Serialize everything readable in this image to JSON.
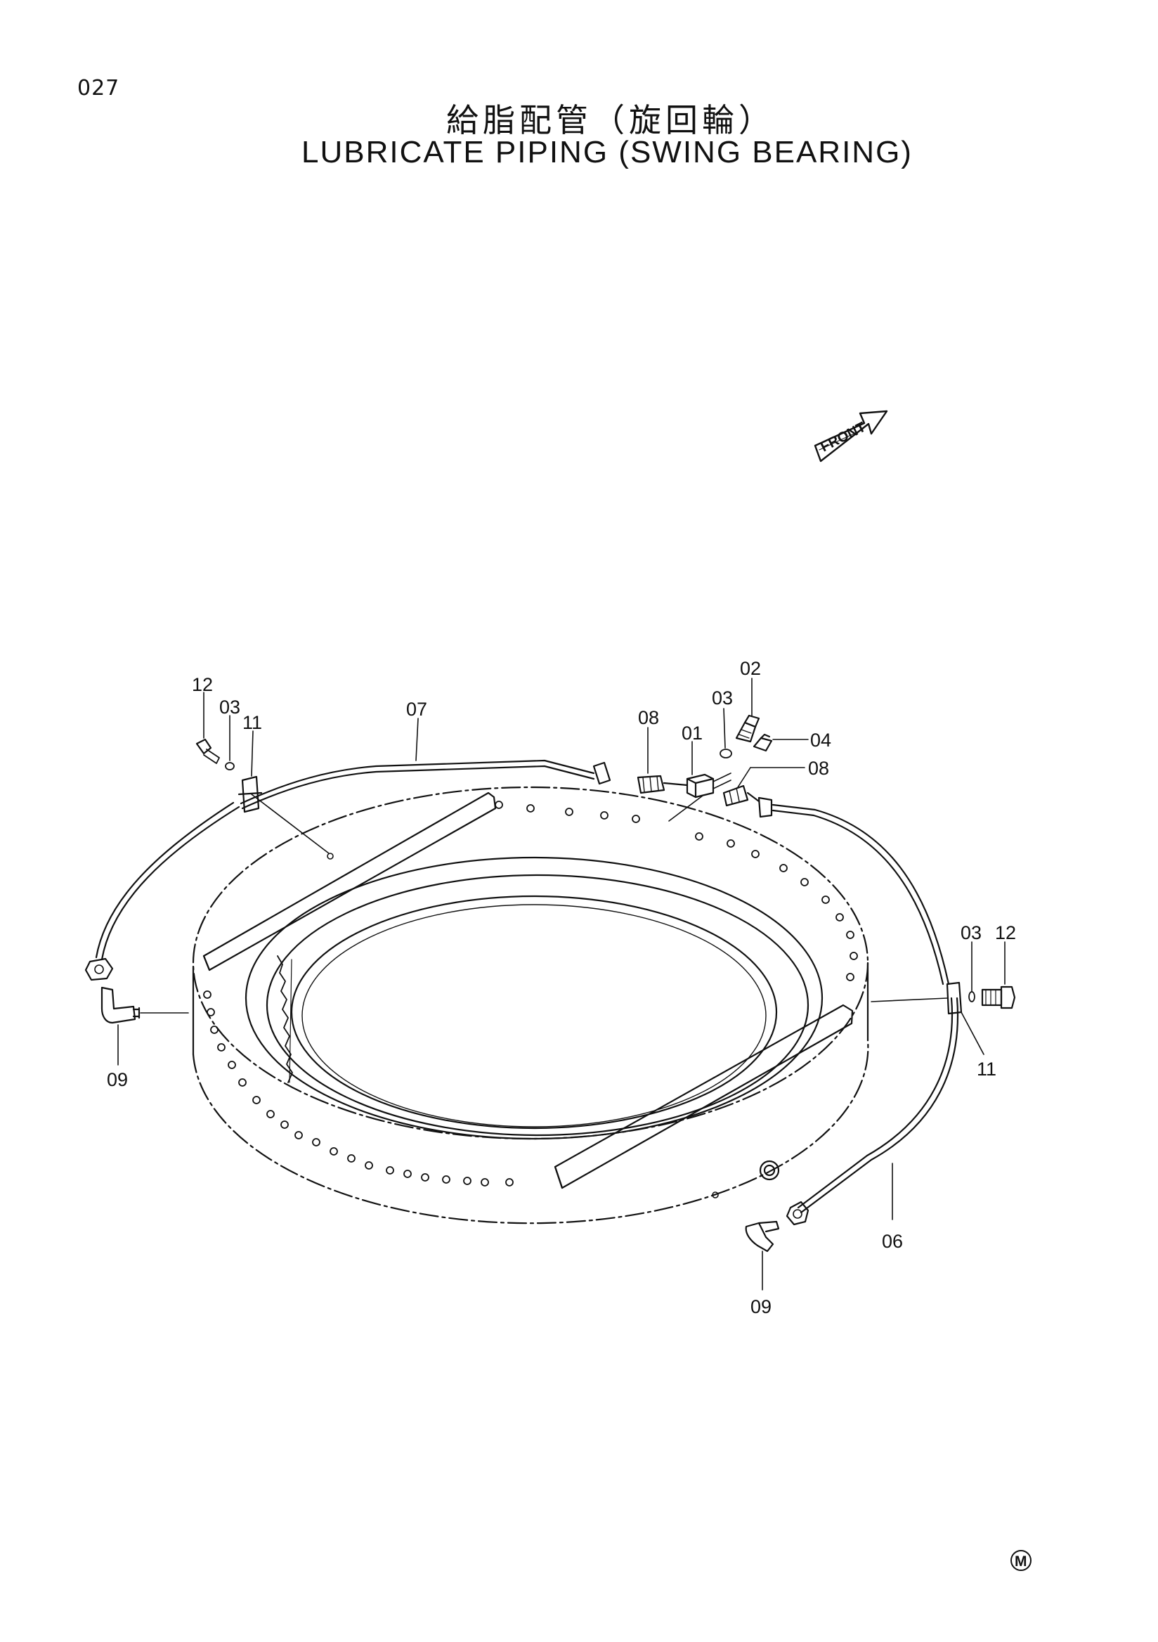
{
  "page_number": "027",
  "title_jp": "給脂配管（旋回輪）",
  "title_en": "LUBRICATE PIPING (SWING BEARING)",
  "front_label": "FRONT",
  "mark": "M",
  "callouts": {
    "c01": "01",
    "c02": "02",
    "c03_top": "03",
    "c03_left": "03",
    "c03_right": "03",
    "c04": "04",
    "c06": "06",
    "c07": "07",
    "c08_top": "08",
    "c08_right": "08",
    "c09_left": "09",
    "c09_bottom": "09",
    "c11_left": "11",
    "c11_right": "11",
    "c12_left": "12",
    "c12_right": "12"
  }
}
